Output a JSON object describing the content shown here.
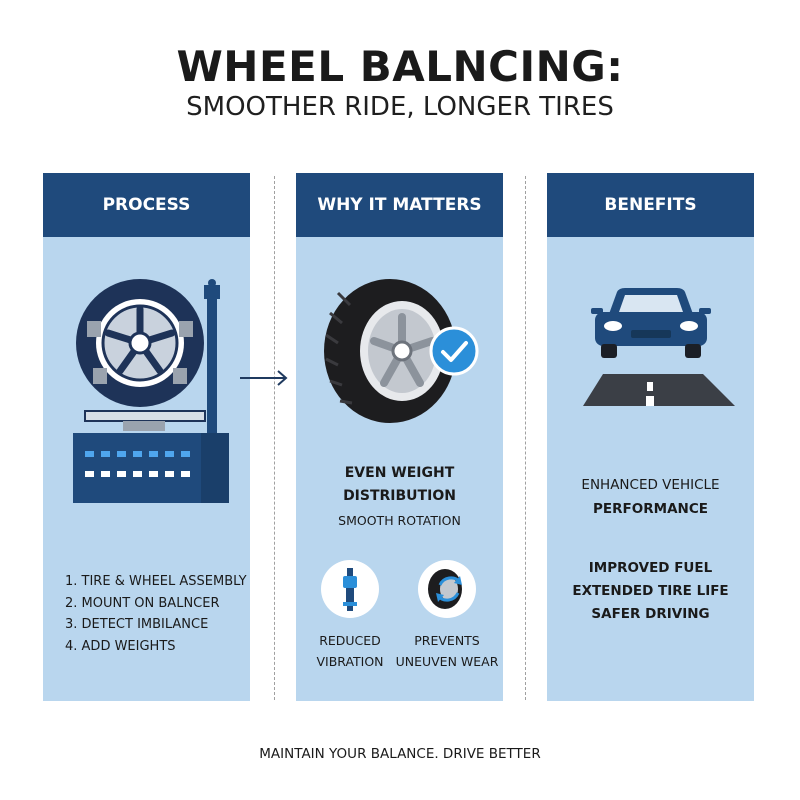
{
  "header": {
    "title": "WHEEL BALNCING:",
    "subtitle": "SMOOTHER RIDE, LONGER TIRES"
  },
  "panels": {
    "process": {
      "heading": "PROCESS",
      "steps": [
        "1. TIRE & WHEEL ASSEMBLY",
        "2. MOUNT ON BALNCER",
        "3. DETECT IMBILANCE",
        "4. ADD WEIGHTS"
      ],
      "icon": "wheel-balancer-machine-icon"
    },
    "why": {
      "heading": "WHY IT MATTERS",
      "main_line1": "EVEN WEIGHT",
      "main_line2": "DISTRIBUTION",
      "sub": "SMOOTH ROTATION",
      "item1_line1": "REDUCED",
      "item1_line2": "VIBRATION",
      "item2_line1": "PREVENTS",
      "item2_line2": "UNEUVEN WEAR",
      "icons": [
        "tire-check-icon",
        "shock-absorber-icon",
        "tire-rotation-icon"
      ]
    },
    "benefits": {
      "heading": "BENEFITS",
      "b1_line1": "ENHANCED VEHICLE",
      "b1_line2": "PERFORMANCE",
      "b2_line1": "IMPROVED FUEL",
      "b2_line2": "EXTENDED TIRE LIFE",
      "b2_line3": "SAFER DRIVING",
      "icon": "car-on-road-icon"
    }
  },
  "footer": "MAINTAIN YOUR BALANCE. DRIVE BETTER",
  "colors": {
    "header": "#1f4a7c",
    "panel": "#b9d6ee",
    "check": "#2b8fd9"
  }
}
